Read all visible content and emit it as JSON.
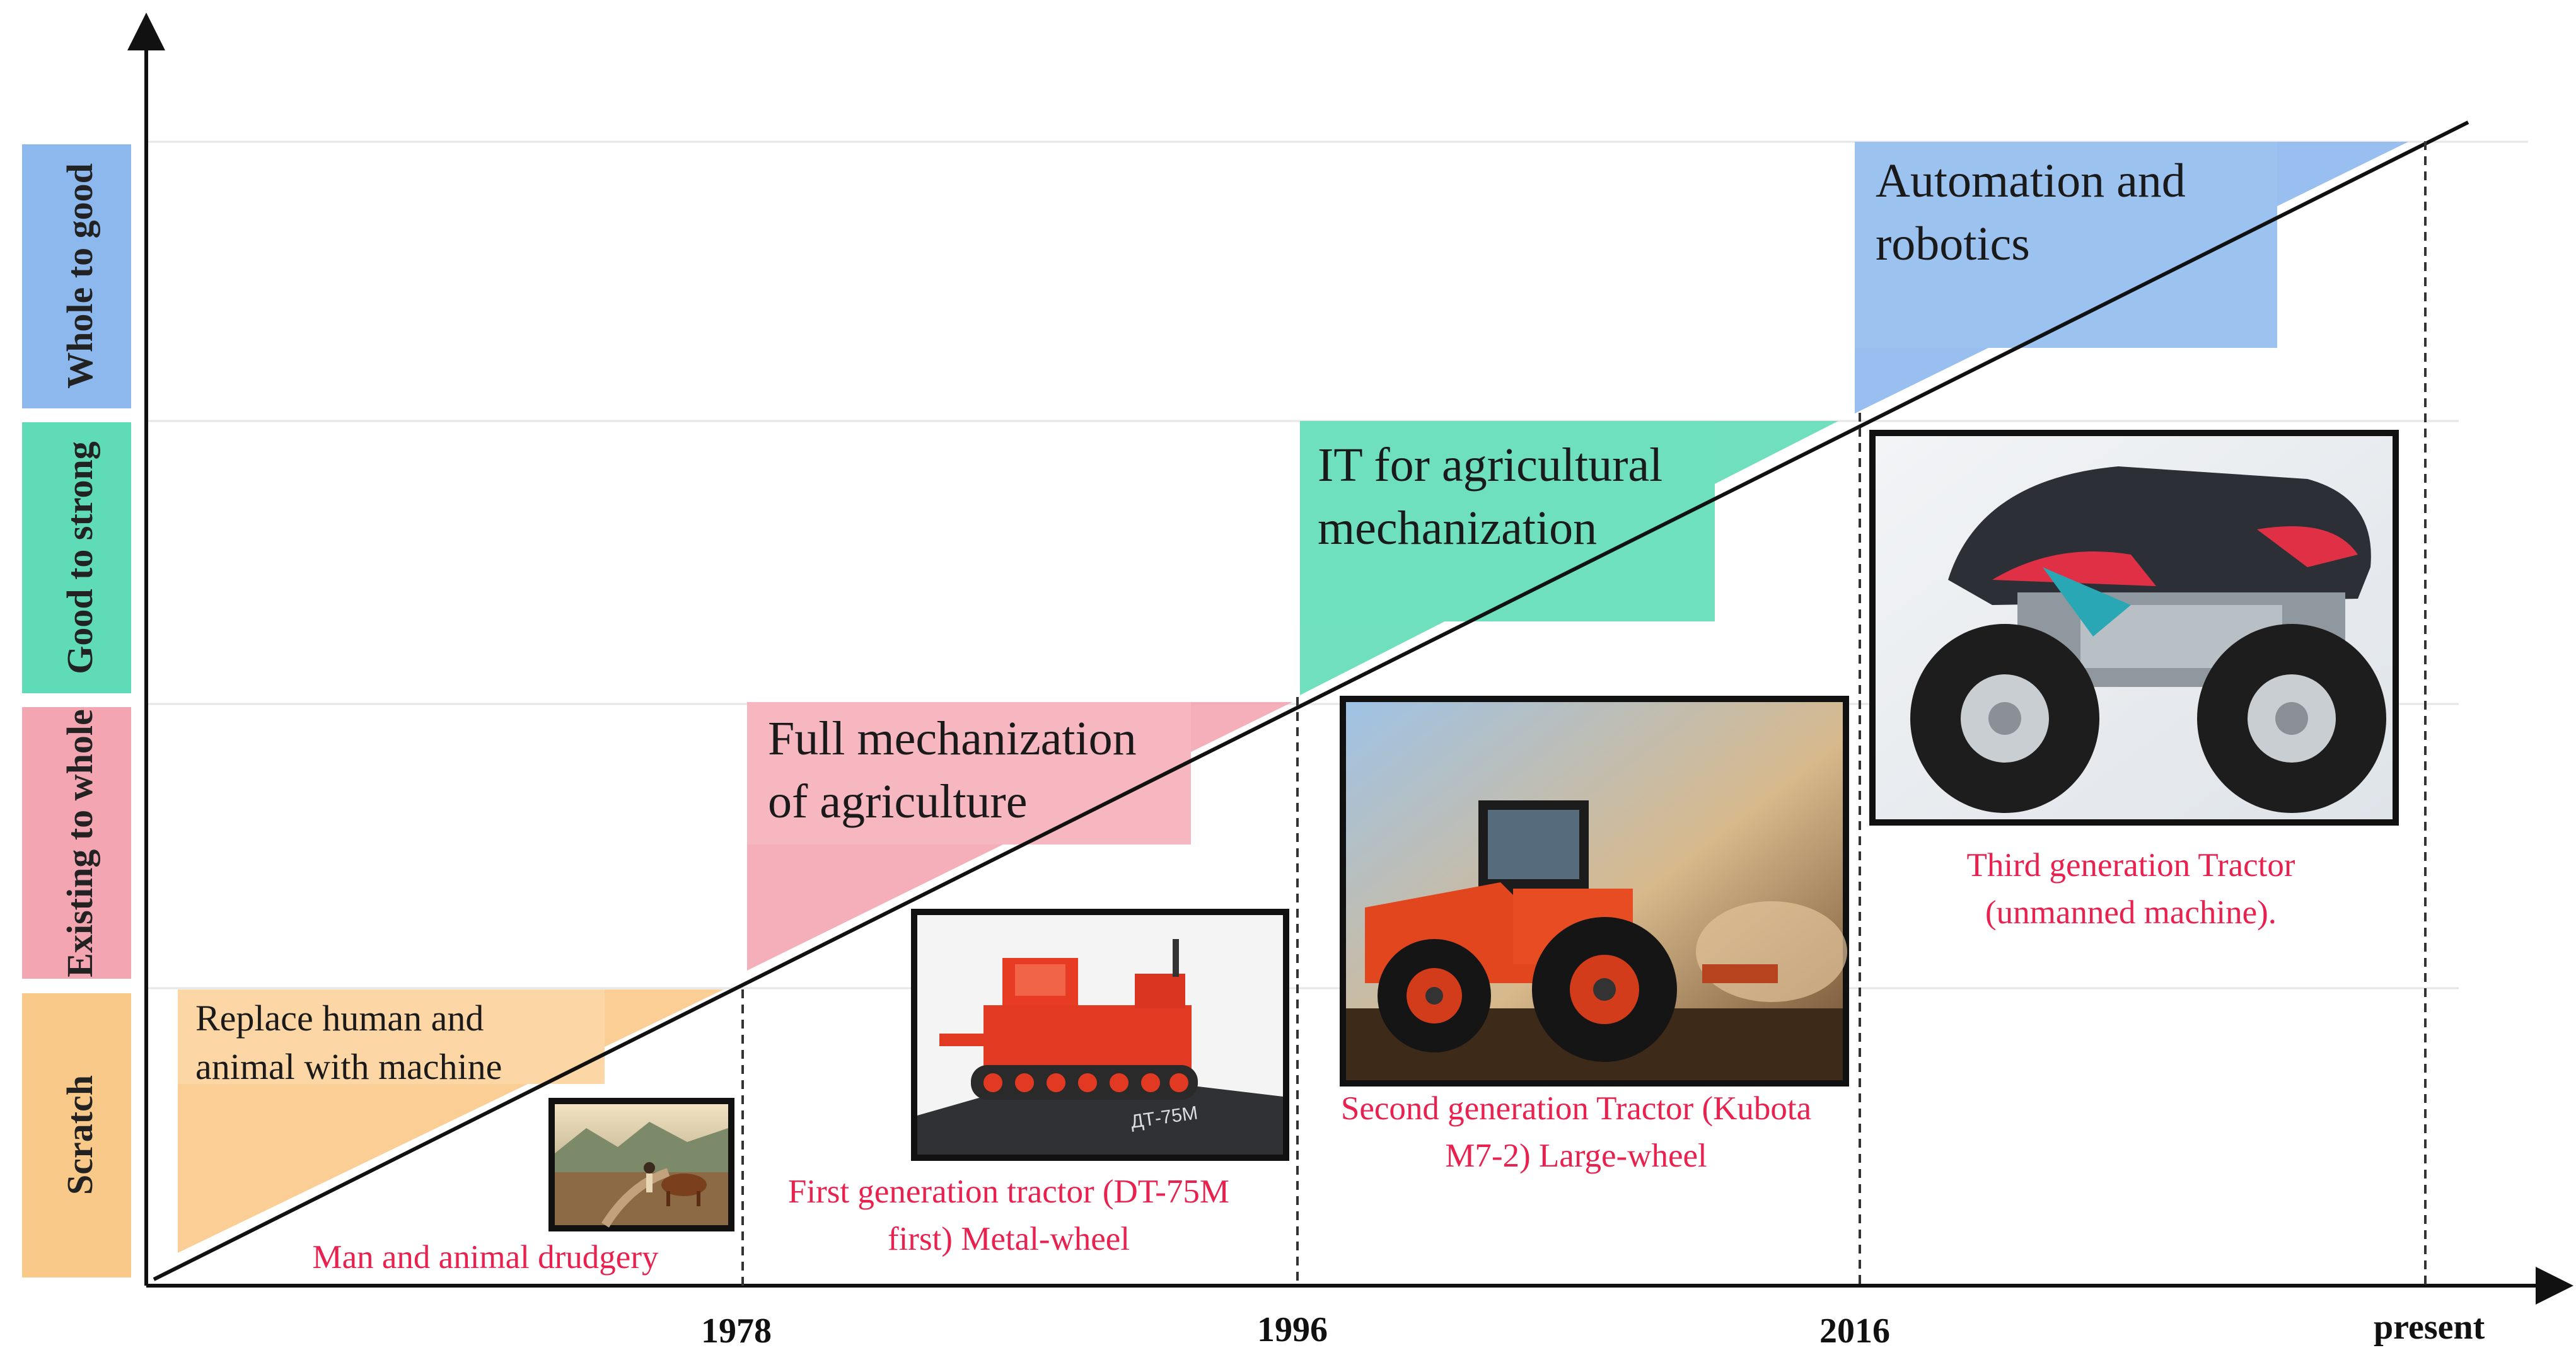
{
  "y_axis_levels": [
    {
      "label": "Scratch",
      "color": "#f9c98a"
    },
    {
      "label": "Existing to whole",
      "color": "#f3a6b2"
    },
    {
      "label": "Good to strong",
      "color": "#5fdbb7"
    },
    {
      "label": "Whole to good",
      "color": "#8db8ee"
    }
  ],
  "x_axis_ticks": [
    "1978",
    "1996",
    "2016",
    "present"
  ],
  "stages": [
    {
      "title": "Replace human and animal with machine",
      "color": "#f9c98a"
    },
    {
      "title": "Full mechanization of agriculture",
      "color": "#f3a6b2"
    },
    {
      "title": "IT for agricultural mechanization",
      "color": "#5fdbb7"
    },
    {
      "title": "Automation and robotics",
      "color": "#8db8ee"
    }
  ],
  "captions": [
    "Man and animal drudgery",
    "First generation tractor (DT-75M first) Metal-wheel",
    "Second generation Tractor (Kubota M7-2) Large-wheel",
    "Third generation Tractor (unmanned machine)."
  ],
  "photos": [
    {
      "name": "man-and-animal-photo"
    },
    {
      "name": "dt-75m-tractor-photo",
      "plate_text": "ДТ-75М"
    },
    {
      "name": "kubota-m7-2-tractor-photo"
    },
    {
      "name": "unmanned-tractor-photo"
    }
  ]
}
